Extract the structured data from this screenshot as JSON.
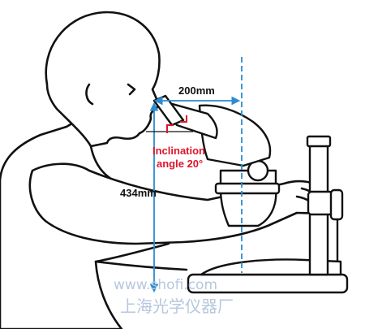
{
  "diagram": {
    "labels": {
      "horizontal_distance": "200mm",
      "inclination_line1": "Inclination",
      "inclination_line2": "angle 20°",
      "vertical_height": "434mm"
    },
    "watermark": {
      "url": "www.shofi.com",
      "company": "上海光学仪器厂"
    },
    "colors": {
      "outline": "#111111",
      "dimension_blue": "#2a8ccf",
      "label_red": "#e0142b",
      "label_dark": "#111111",
      "watermark": "#b7c7dd"
    }
  }
}
